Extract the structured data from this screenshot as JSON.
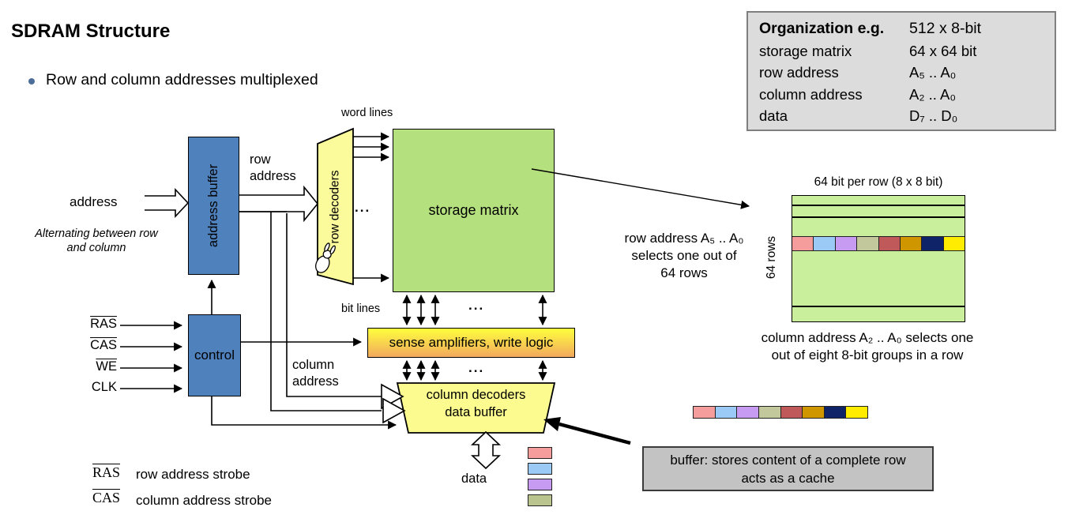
{
  "slide": {
    "title": "SDRAM Structure",
    "bullet": "Row and column addresses multiplexed"
  },
  "organization_table": {
    "rows": [
      {
        "label": "Organization e.g.",
        "value": "512 x 8-bit"
      },
      {
        "label": "storage matrix",
        "value": "64 x 64 bit"
      },
      {
        "label": "row address",
        "value": "A₅ .. A₀"
      },
      {
        "label": "column address",
        "value": "A₂ .. A₀"
      },
      {
        "label": "data",
        "value": "D₇ .. D₀"
      }
    ]
  },
  "diagram": {
    "address_label": "address",
    "alternating_note": "Alternating between row and column",
    "address_buffer_label": "address buffer",
    "control_label": "control",
    "row_decoders_label": "row decoders",
    "storage_matrix_label": "storage matrix",
    "sense_amplifiers_label": "sense amplifiers, write logic",
    "column_decoders_line1": "column decoders",
    "column_decoders_line2": "data buffer",
    "row_address_label": "row address",
    "column_address_label": "column address",
    "word_lines_label": "word lines",
    "bit_lines_label": "bit lines",
    "ellipsis": "...",
    "data_label": "data",
    "signals": [
      {
        "name": "RAS",
        "overline": true
      },
      {
        "name": "CAS",
        "overline": true
      },
      {
        "name": "WE",
        "overline": true
      },
      {
        "name": "CLK",
        "overline": false
      }
    ]
  },
  "legend": [
    {
      "signal": "RAS",
      "description": "row address strobe"
    },
    {
      "signal": "CAS",
      "description": "column address strobe"
    }
  ],
  "row_detail": {
    "title": "64 bit per row (8 x 8 bit)",
    "side_label": "64 rows",
    "row_caption_line1": "row address A₅ .. A₀",
    "row_caption_line2": "selects one out of",
    "row_caption_line3": "64 rows",
    "col_caption_line1": "column address A₂ .. A₀ selects one",
    "col_caption_line2": "out of eight 8-bit groups in a row",
    "cell_colors": [
      "#f59c9c",
      "#9bcaf6",
      "#c89bf3",
      "#c2c89b",
      "#c05a5a",
      "#d09600",
      "#0f2468",
      "#ffec00"
    ],
    "data_stack_colors": [
      "#f59c9c",
      "#9bcaf6",
      "#c89bf3",
      "#b9c48e"
    ]
  },
  "buffer_note": {
    "line1": "buffer: stores content of a complete row",
    "line2": "acts as a cache"
  },
  "palette": {
    "box_blue": "#4f81bd",
    "decoder_yellow": "#fbfb9b",
    "column_decoder_yellow": "#fbfb8f",
    "storage_green": "#b5e07e",
    "row_detail_green": "#c9ef9c",
    "sense_gradient_top": "#ffff3d",
    "sense_gradient_bottom": "#f2a85e",
    "org_box_gray": "#dcdcdc",
    "note_gray": "#c3c3c3",
    "bullet_blue": "#4d6e99"
  }
}
